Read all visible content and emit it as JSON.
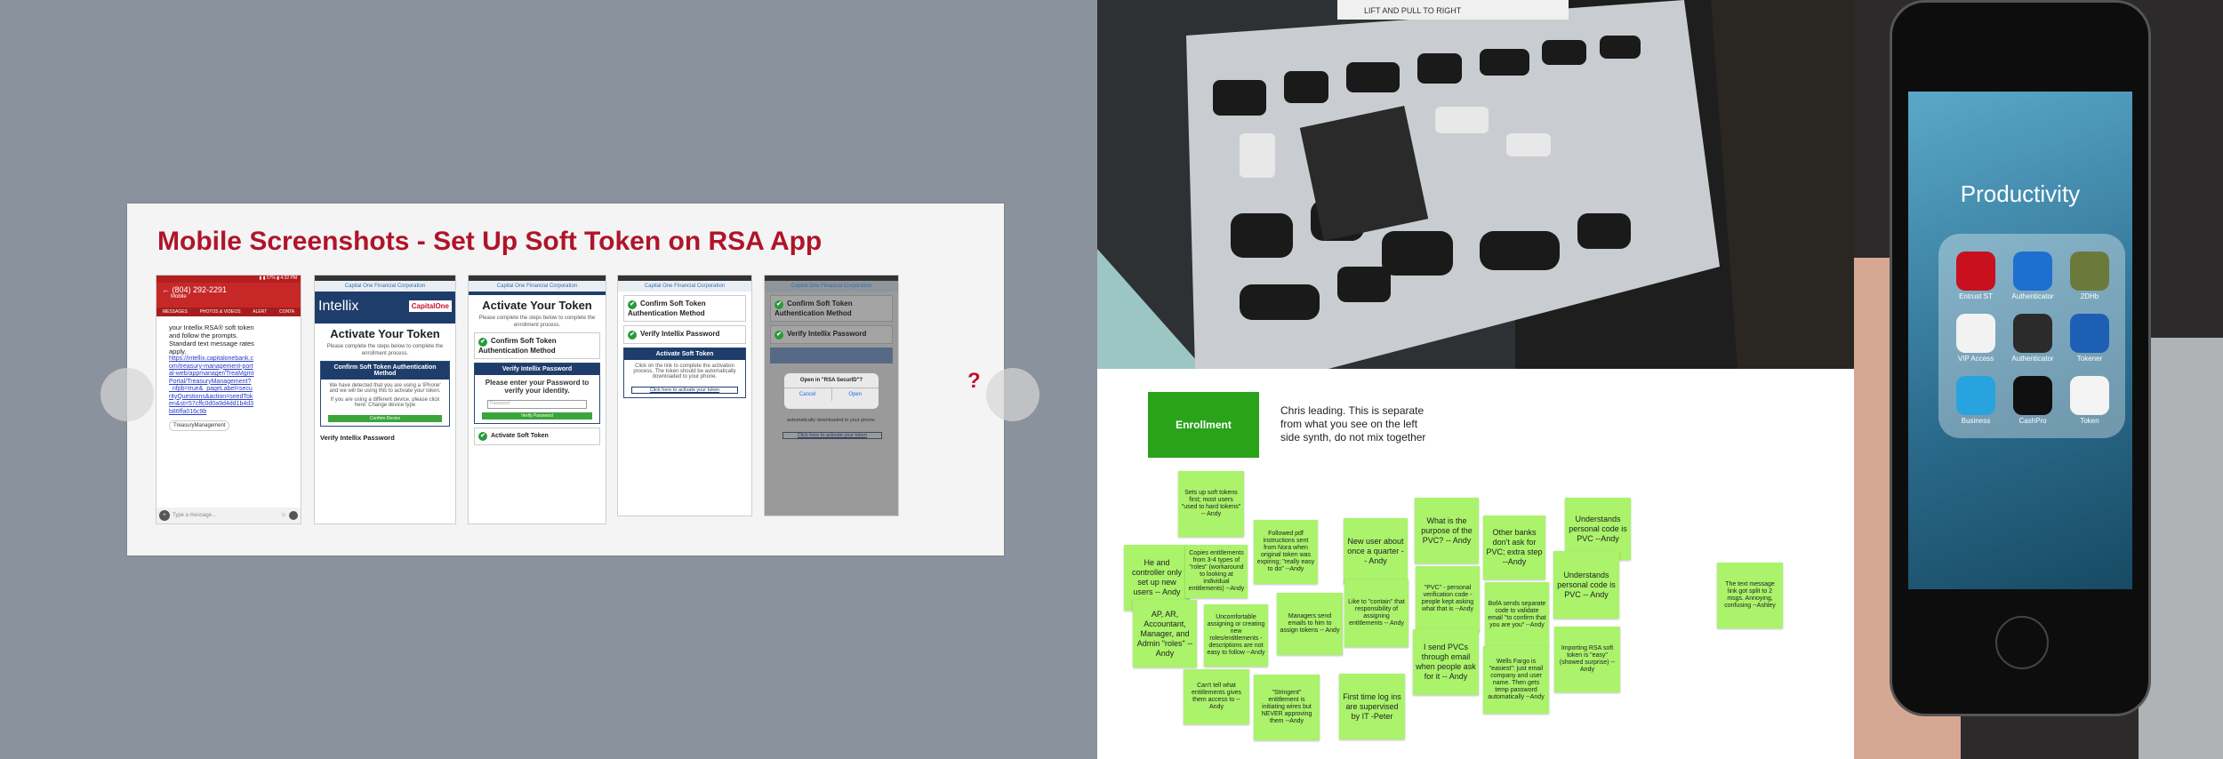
{
  "slide": {
    "title": "Mobile Screenshots - Set Up Soft Token on RSA App",
    "question_mark": "?",
    "screens": {
      "s1": {
        "status": "▮ ▮ 57% ▮ 4:32 PM",
        "phone_number": "(804) 292-2291",
        "subtitle": "Mobile",
        "tabs": [
          "MESSAGES",
          "PHOTOS & VIDEOS",
          "ALERT",
          "CONTA"
        ],
        "message": "your Intellix RSA® soft token and follow the prompts. Standard text message rates apply.",
        "link": "https://intellix.capitalonebank.com/treasury-management-portal-web/appmanager/TreaMgmtPortal/TreasuryManagement?_nfpb=true&_pageLabel=securityQuestions&action=seedToken&st=57cffc0d0a9d4dd1b4d3b86ffa016c9b",
        "chip": "TreasuryManagement",
        "input_placeholder": "Type a message..."
      },
      "s2": {
        "url": "Capital One Financial Corporation",
        "brand": "Intellix",
        "brand2": "CapitalOne",
        "heading": "Activate Your Token",
        "intro": "Please complete the steps below to complete the enrollment process.",
        "step_title": "Confirm Soft Token Authentication Method",
        "step_body": "We have detected that you are using a 'iPhone' and we will be using this to activate your token.",
        "step_note": "If you are using a different device, please click here: Change device type",
        "button": "Confirm Device",
        "next": "Verify Intellix Password"
      },
      "s3": {
        "url": "Capital One Financial Corporation",
        "heading": "Activate Your Token",
        "intro": "Please complete the steps below to complete the enrollment process.",
        "step1": "Confirm Soft Token Authentication Method",
        "step2": "Verify Intellix Password",
        "prompt": "Please enter your Password to verify your identity.",
        "placeholder": "Password",
        "button": "Verify Password",
        "step3": "Activate Soft Token"
      },
      "s4": {
        "url": "Capital One Financial Corporation",
        "ok1": "Confirm Soft Token Authentication Method",
        "ok2": "Verify Intellix Password",
        "step": "Activate Soft Token",
        "body": "Click on the link to complete the activation process. The token should be automatically downloaded to your phone.",
        "link": "Click here to activate your token"
      },
      "s5": {
        "url": "Capital One Financial Corporation",
        "ok1": "Confirm Soft Token Authentication Method",
        "ok2": "Verify Intellix Password",
        "dialog": "Open in \"RSA SecurID\"?",
        "cancel": "Cancel",
        "open": "Open",
        "body": "automatically downloaded to your phone.",
        "link": "Click here to activate your token"
      }
    }
  },
  "photo_box": {
    "label_text": "LIFT AND PULL TO RIGHT"
  },
  "phone_photo": {
    "folder_title": "Productivity",
    "apps": [
      {
        "name": "Entrust ST",
        "color": "#c8101e"
      },
      {
        "name": "Authenticator",
        "color": "#1f6fd1"
      },
      {
        "name": "2DHb",
        "color": "#6b7a3a"
      },
      {
        "name": "VIP Access",
        "color": "#f2f2f2"
      },
      {
        "name": "Authenticator",
        "color": "#2b2b2b"
      },
      {
        "name": "Tokener",
        "color": "#1d5fb5"
      },
      {
        "name": "Business",
        "color": "#29a3e0"
      },
      {
        "name": "CashPro",
        "color": "#101010"
      },
      {
        "name": "Token",
        "color": "#f4f4f4"
      }
    ]
  },
  "board": {
    "header_label": "Enrollment",
    "header_color": "#2aa31a",
    "intro": "Chris leading. This is separate from what you see on the left side synth, do not mix together",
    "sticky_color": "#aaf36b",
    "stickies": [
      "Sets up soft tokens first; most users \"used to hard tokens\" -- Andy",
      "He and controller only set up new users -- Andy",
      "Copies entitlements from 3-4 types of \"roles\" (workaround to looking at individual entitlements) --Andy",
      "Followed pdf instructions sent from Nora when original token was expiring; \"really easy to do\" --Andy",
      "New user about once a quarter -- Andy",
      "What is the purpose of the PVC? -- Andy",
      "Other banks don't ask for PVC; extra step --Andy",
      "Understands personal code is PVC --Andy",
      "AP, AR, Accountant, Manager, and Admin \"roles\" -- Andy",
      "Uncomfortable assigning or creating new roles/entitlements - descriptions are not easy to follow --Andy",
      "Managers send emails to him to assign tokens -- Andy",
      "Like to \"contain\" that responsibility of assigning entitlements -- Andy",
      "\"PVC\" - personal verification code - people kept asking what that is --Andy",
      "BofA sends separate code to validate email \"to confirm that you are you\" --Andy",
      "Understands personal code is PVC -- Andy",
      "Can't tell what entitlements gives them access to --Andy",
      "\"Stringent\" entitlement is initiating wires but NEVER approving them --Andy",
      "First time log ins are supervised by IT -Peter",
      "I send PVCs through email when people ask for it -- Andy",
      "Wells Fargo is \"easiest\": just email company and user name. Then gets temp password automatically --Andy",
      "Importing RSA soft token is \"easy\" (showed surprise) --Andy",
      "The text message link got split to 2 msgs. Annoying, confusing --Ashley"
    ]
  }
}
